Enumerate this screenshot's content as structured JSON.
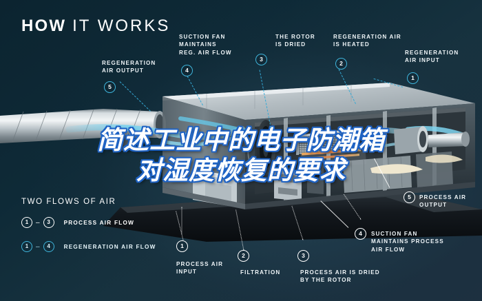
{
  "header": {
    "title_bold": "HOW",
    "title_thin": "IT WORKS"
  },
  "overlay": {
    "headline_line1": "简述工业中的电子防潮箱",
    "headline_line2": "对湿度恢复的要求"
  },
  "legend": {
    "title": "TWO FLOWS OF AIR",
    "rows": [
      {
        "from": "1",
        "dash": "–",
        "to": "3",
        "label": "PROCESS AIR FLOW",
        "color": "#ffffff"
      },
      {
        "from": "1",
        "dash": "–",
        "to": "4",
        "label": "REGENERATION AIR FLOW",
        "color": "#3fb6dd"
      }
    ]
  },
  "callouts": [
    {
      "num": "5",
      "label": "REGENERATION\nAIR OUTPUT",
      "color": "#3fb6dd"
    },
    {
      "num": "4",
      "label": "SUCTION FAN\nMAINTAINS\nREG. AIR FLOW",
      "color": "#3fb6dd"
    },
    {
      "num": "3",
      "label": "THE ROTOR\nIS DRIED",
      "color": "#3fb6dd"
    },
    {
      "num": "2",
      "label": "REGENERATION AIR\nIS HEATED",
      "color": "#3fb6dd"
    },
    {
      "num": "1",
      "label": "REGENERATION\nAIR INPUT",
      "color": "#3fb6dd"
    },
    {
      "num": "5",
      "label": "PROCESS AIR\nOUTPUT",
      "color": "#ffffff"
    },
    {
      "num": "4",
      "label": "SUCTION FAN\nMAINTAINS PROCESS\nAIR FLOW",
      "color": "#ffffff"
    },
    {
      "num": "1",
      "label": "PROCESS AIR\nINPUT",
      "color": "#ffffff"
    },
    {
      "num": "2",
      "label": "FILTRATION",
      "color": "#ffffff"
    },
    {
      "num": "3",
      "label": "PROCESS AIR IS DRIED\nBY THE ROTOR",
      "color": "#ffffff"
    }
  ],
  "colors": {
    "background_dark": "#0d2733",
    "background_light": "#1d3040",
    "accent_cyan": "#3fb6dd",
    "airflow_cyan": "#5cc6e8",
    "heater_orange": "#e8843a",
    "outline_blue": "#1f63c4",
    "text_white": "#ffffff"
  }
}
